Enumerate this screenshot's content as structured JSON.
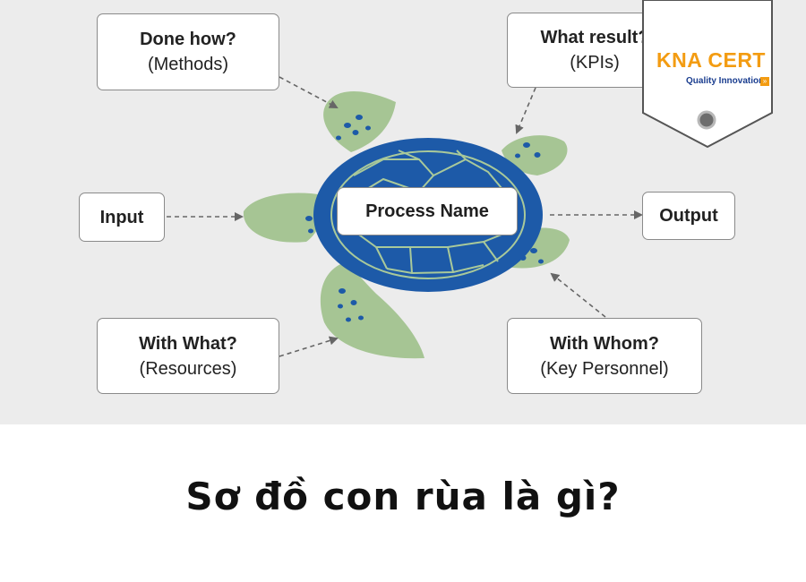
{
  "diagram": {
    "center_label": "Process Name",
    "top_left": {
      "title": "Done how?",
      "subtitle": "(Methods)"
    },
    "top_right": {
      "title": "What result?",
      "subtitle": "(KPIs)"
    },
    "left": {
      "title": "Input"
    },
    "right": {
      "title": "Output"
    },
    "bottom_left": {
      "title": "With What?",
      "subtitle": "(Resources)"
    },
    "bottom_right": {
      "title": "With Whom?",
      "subtitle": "(Key Personnel)"
    }
  },
  "badge": {
    "brand": "KNA CERT",
    "tagline": "Quality Innovation",
    "tagline_icon": "double-chevron-right-icon"
  },
  "caption": "Sơ đồ con rùa là gì?",
  "colors": {
    "shell": "#1d5aa8",
    "shell_lines": "#a9c99a",
    "flipper": "#a6c594",
    "flipper_spots": "#1d5aa8",
    "brand": "#f39c12",
    "tagline": "#1a3d8f",
    "background": "#ececec"
  }
}
